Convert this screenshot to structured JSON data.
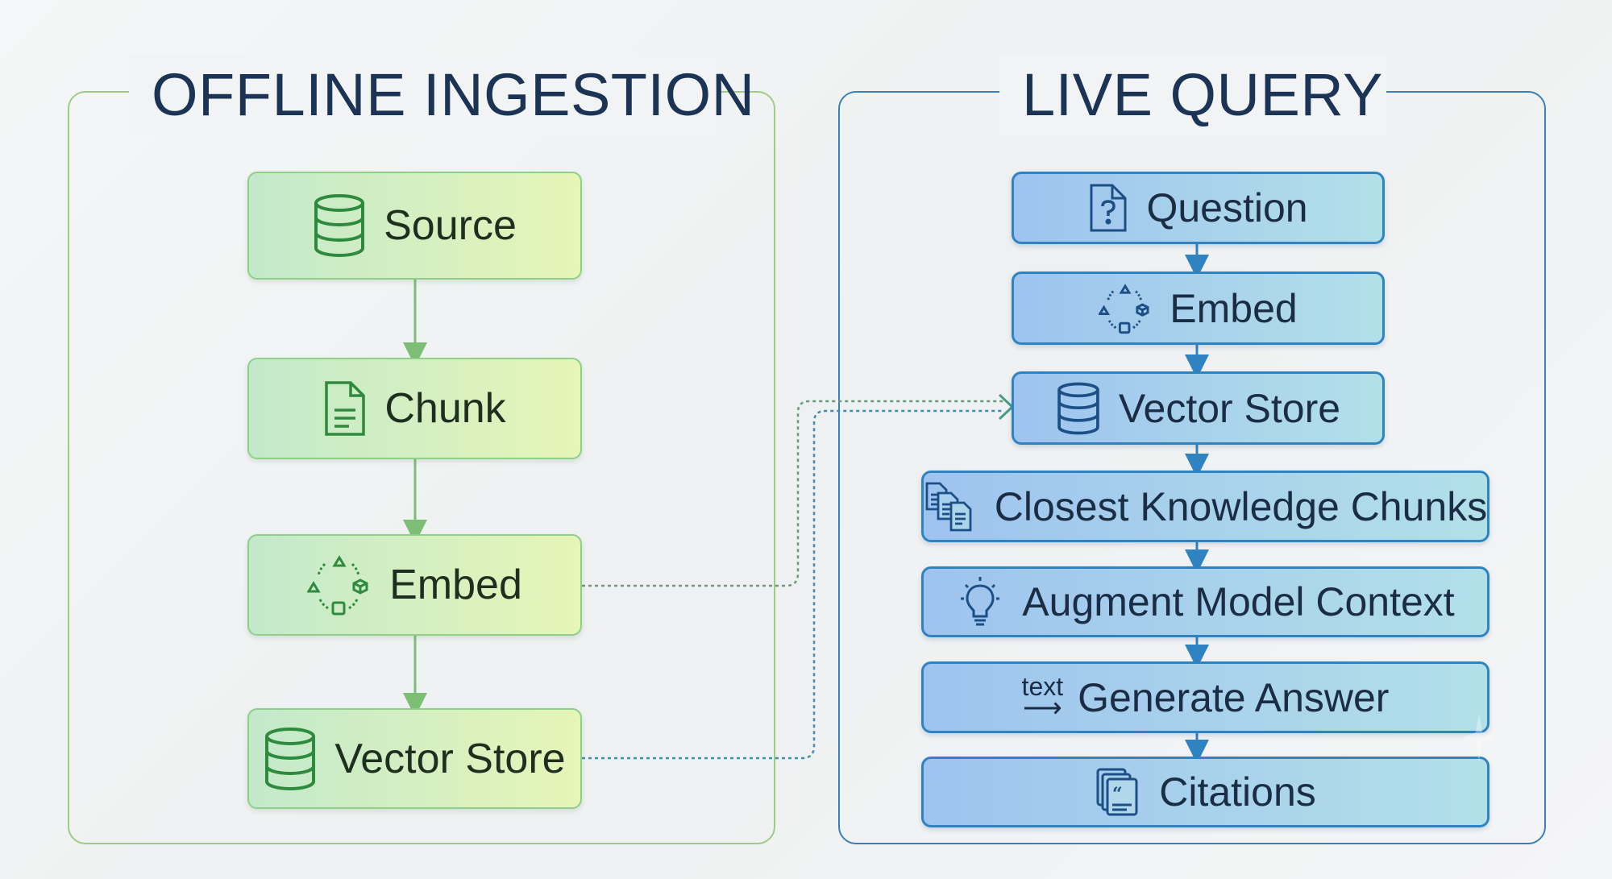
{
  "offline": {
    "title": "OFFLINE INGESTION",
    "steps": [
      {
        "label": "Source",
        "icon": "database-icon"
      },
      {
        "label": "Chunk",
        "icon": "document-icon"
      },
      {
        "label": "Embed",
        "icon": "embedding-shapes-icon"
      },
      {
        "label": "Vector Store",
        "icon": "database-icon"
      }
    ]
  },
  "live": {
    "title": "LIVE QUERY",
    "steps": [
      {
        "label": "Question",
        "icon": "question-document-icon"
      },
      {
        "label": "Embed",
        "icon": "embedding-shapes-icon"
      },
      {
        "label": "Vector Store",
        "icon": "database-icon"
      },
      {
        "label": "Closest Knowledge Chunks",
        "icon": "stacked-documents-icon"
      },
      {
        "label": "Augment Model Context",
        "icon": "lightbulb-icon"
      },
      {
        "label": "Generate Answer",
        "icon": "text-arrow-icon",
        "icon_text": "text"
      },
      {
        "label": "Citations",
        "icon": "quote-documents-icon"
      }
    ]
  },
  "colors": {
    "offline_accent": "#8fcf87",
    "live_accent": "#2f83c0",
    "title_text": "#1b3354"
  }
}
